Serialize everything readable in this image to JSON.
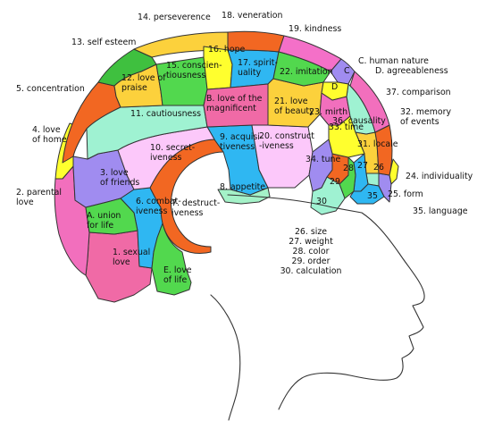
{
  "regions": [
    {
      "id": "1",
      "lines": [
        "1. sexual",
        "love"
      ],
      "color": "#f06aa6"
    },
    {
      "id": "2",
      "lines": [
        "2. parental",
        "love"
      ],
      "color": "#f26fbd"
    },
    {
      "id": "3",
      "lines": [
        "3. love",
        "of friends"
      ],
      "color": "#a08cf0"
    },
    {
      "id": "4",
      "lines": [
        "4. love",
        "of home"
      ],
      "color": "#ffff2e"
    },
    {
      "id": "5",
      "lines": [
        "5. concentration"
      ],
      "color": "#f26722"
    },
    {
      "id": "6",
      "lines": [
        "6. combat-",
        "iveness"
      ],
      "color": "#2fb7f2"
    },
    {
      "id": "7",
      "lines": [
        "7. destruct-",
        "iveness"
      ],
      "color": "#f26722"
    },
    {
      "id": "8",
      "lines": [
        "8. appetite"
      ],
      "color": "#a4f2c8"
    },
    {
      "id": "9",
      "lines": [
        "9. acquisi-",
        "tiveness"
      ],
      "color": "#2fb7f2"
    },
    {
      "id": "10",
      "lines": [
        "10. secret-",
        "iveness"
      ],
      "color": "#fcc8fa"
    },
    {
      "id": "11",
      "lines": [
        "11. cautiousness"
      ],
      "color": "#9ff2d2"
    },
    {
      "id": "12",
      "lines": [
        "12. love of",
        "praise"
      ],
      "color": "#fcd13c"
    },
    {
      "id": "13",
      "lines": [
        "13. self esteem"
      ],
      "color": "#3fc03f"
    },
    {
      "id": "14",
      "lines": [
        "14. perseverence"
      ],
      "color": "#fcd13c"
    },
    {
      "id": "15",
      "lines": [
        "15. conscien-",
        "tiousness"
      ],
      "color": "#52d84e"
    },
    {
      "id": "16",
      "lines": [
        "16. hope"
      ],
      "color": "#ffff2e"
    },
    {
      "id": "17",
      "lines": [
        "17. spirit-",
        "uality"
      ],
      "color": "#2fb7f2"
    },
    {
      "id": "18",
      "lines": [
        "18. veneration"
      ],
      "color": "#f26722"
    },
    {
      "id": "19",
      "lines": [
        "19. kindness"
      ],
      "color": "#f470c8"
    },
    {
      "id": "20",
      "lines": [
        "20. construct",
        "-iveness"
      ],
      "color": "#fcc8fa"
    },
    {
      "id": "21",
      "lines": [
        "21. love",
        "of beauty"
      ],
      "color": "#fcd13c"
    },
    {
      "id": "22",
      "lines": [
        "22. imitation"
      ],
      "color": "#52d84e"
    },
    {
      "id": "23",
      "lines": [
        "23. mirth"
      ],
      "color": "#f26fbd"
    },
    {
      "id": "24",
      "lines": [
        "24. individuality"
      ],
      "color": "#ffff2e"
    },
    {
      "id": "25",
      "lines": [
        "25. form"
      ],
      "color": "#a08cf0"
    },
    {
      "id": "26",
      "lines": [
        "26"
      ],
      "color": "#9ff2d2"
    },
    {
      "id": "27",
      "lines": [
        "27"
      ],
      "color": "#2fb7f2"
    },
    {
      "id": "28",
      "lines": [
        "28"
      ],
      "color": "#52d84e"
    },
    {
      "id": "29",
      "lines": [
        "29"
      ],
      "color": "#f26722"
    },
    {
      "id": "30",
      "lines": [
        "30"
      ],
      "color": "#9ff2d2"
    },
    {
      "id": "31",
      "lines": [
        "31. locale"
      ],
      "color": "#fcd13c"
    },
    {
      "id": "32",
      "lines": [
        "32. memory",
        "of events"
      ],
      "color": "#f26722"
    },
    {
      "id": "33",
      "lines": [
        "33. time"
      ],
      "color": "#ffff2e"
    },
    {
      "id": "34",
      "lines": [
        "34. tune"
      ],
      "color": "#a08cf0"
    },
    {
      "id": "35",
      "lines": [
        "35"
      ],
      "color": "#2fb7f2"
    },
    {
      "id": "36",
      "lines": [
        "36. causality"
      ],
      "color": "#9ff2d2"
    },
    {
      "id": "37",
      "lines": [
        "37. comparison"
      ],
      "color": "#f26fbd"
    },
    {
      "id": "A",
      "lines": [
        "A. union",
        "for life"
      ],
      "color": "#52d84e"
    },
    {
      "id": "B",
      "lines": [
        "B. love of the",
        "magnificent"
      ],
      "color": "#f06aa6"
    },
    {
      "id": "C",
      "lines": [
        "C"
      ],
      "color": "#a08cf0"
    },
    {
      "id": "D",
      "lines": [
        "D"
      ],
      "color": "#ffff2e"
    },
    {
      "id": "E",
      "lines": [
        "E. love",
        "of life"
      ],
      "color": "#52d84e"
    }
  ],
  "outer_labels": {
    "human_nature": "C. human nature",
    "agreeableness": "D. agreeableness",
    "language": "35. language"
  },
  "legend_lines": [
    "26. size",
    "27. weight",
    "28. color",
    "29. order",
    "30. calculation"
  ],
  "colors": {
    "outline": "#333333",
    "text": "#111111",
    "background": "#ffffff"
  }
}
